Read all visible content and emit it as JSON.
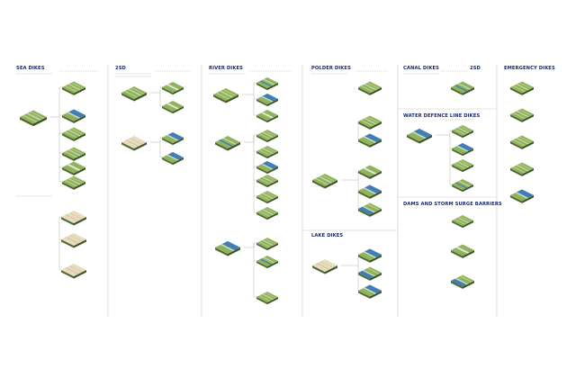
{
  "sections": [
    {
      "id": "sea",
      "title": "SEA DIKES"
    },
    {
      "id": "2sd",
      "title": "2SD"
    },
    {
      "id": "river",
      "title": "RIVER DIKES"
    },
    {
      "id": "polder",
      "title": "POLDER DIKES"
    },
    {
      "id": "canal",
      "title": "CANAL DIKES"
    },
    {
      "id": "2sd2",
      "title": "2SD"
    },
    {
      "id": "emergency",
      "title": "EMERGENCY DIKES"
    },
    {
      "id": "waterdefence",
      "title": "WATER DEFENCE LINE DIKES"
    },
    {
      "id": "dams",
      "title": "DAMS AND STORM SURGE BARRIERS"
    },
    {
      "id": "lake",
      "title": "LAKE DIKES"
    }
  ],
  "colors": {
    "heading": "#1a2a6c",
    "grass": "#8fb35a",
    "grass_light": "#b9cf86",
    "water": "#3f7eb8",
    "dike": "#cfd7c0",
    "sand": "#e8dcc0",
    "side_dark": "#4f6b33"
  }
}
